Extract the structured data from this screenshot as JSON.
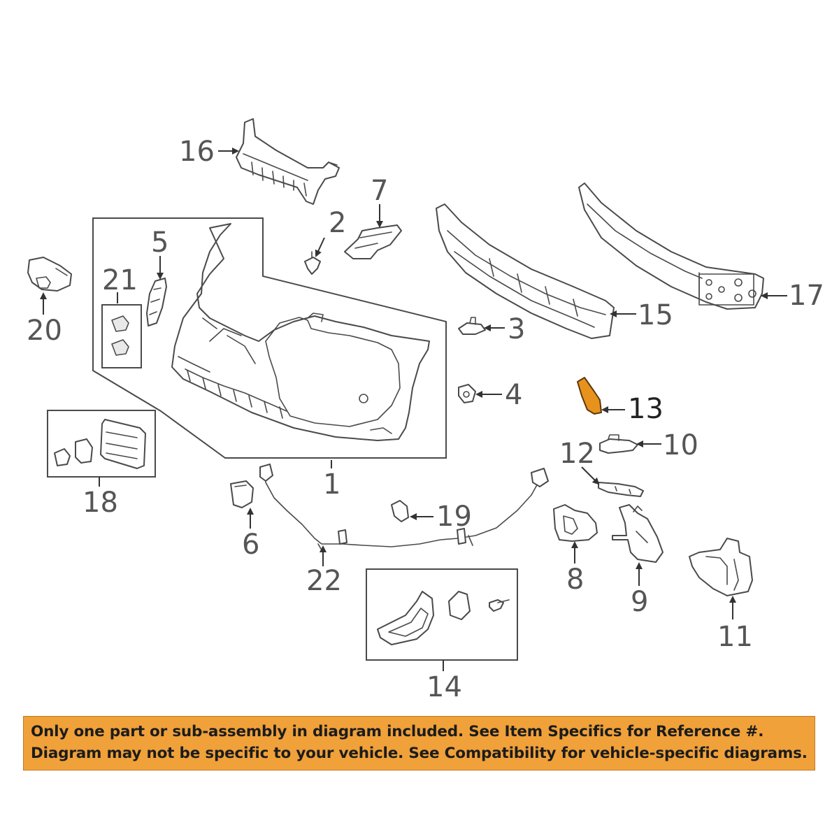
{
  "diagram": {
    "labels": {
      "p1": "1",
      "p2": "2",
      "p3": "3",
      "p4": "4",
      "p5": "5",
      "p6": "6",
      "p7": "7",
      "p8": "8",
      "p9": "9",
      "p10": "10",
      "p11": "11",
      "p12": "12",
      "p13": "13",
      "p14": "14",
      "p15": "15",
      "p16": "16",
      "p17": "17",
      "p18": "18",
      "p19": "19",
      "p20": "20",
      "p21": "21",
      "p22": "22"
    },
    "highlighted_part": "13",
    "highlight_color": "#e8921e"
  },
  "banner": {
    "line1": "Only one part or sub-assembly in diagram included. See Item Specifics for Reference #.",
    "line2": "Diagram may not be specific to your vehicle. See Compatibility for vehicle-specific diagrams.",
    "background_color": "#f0a13a"
  }
}
